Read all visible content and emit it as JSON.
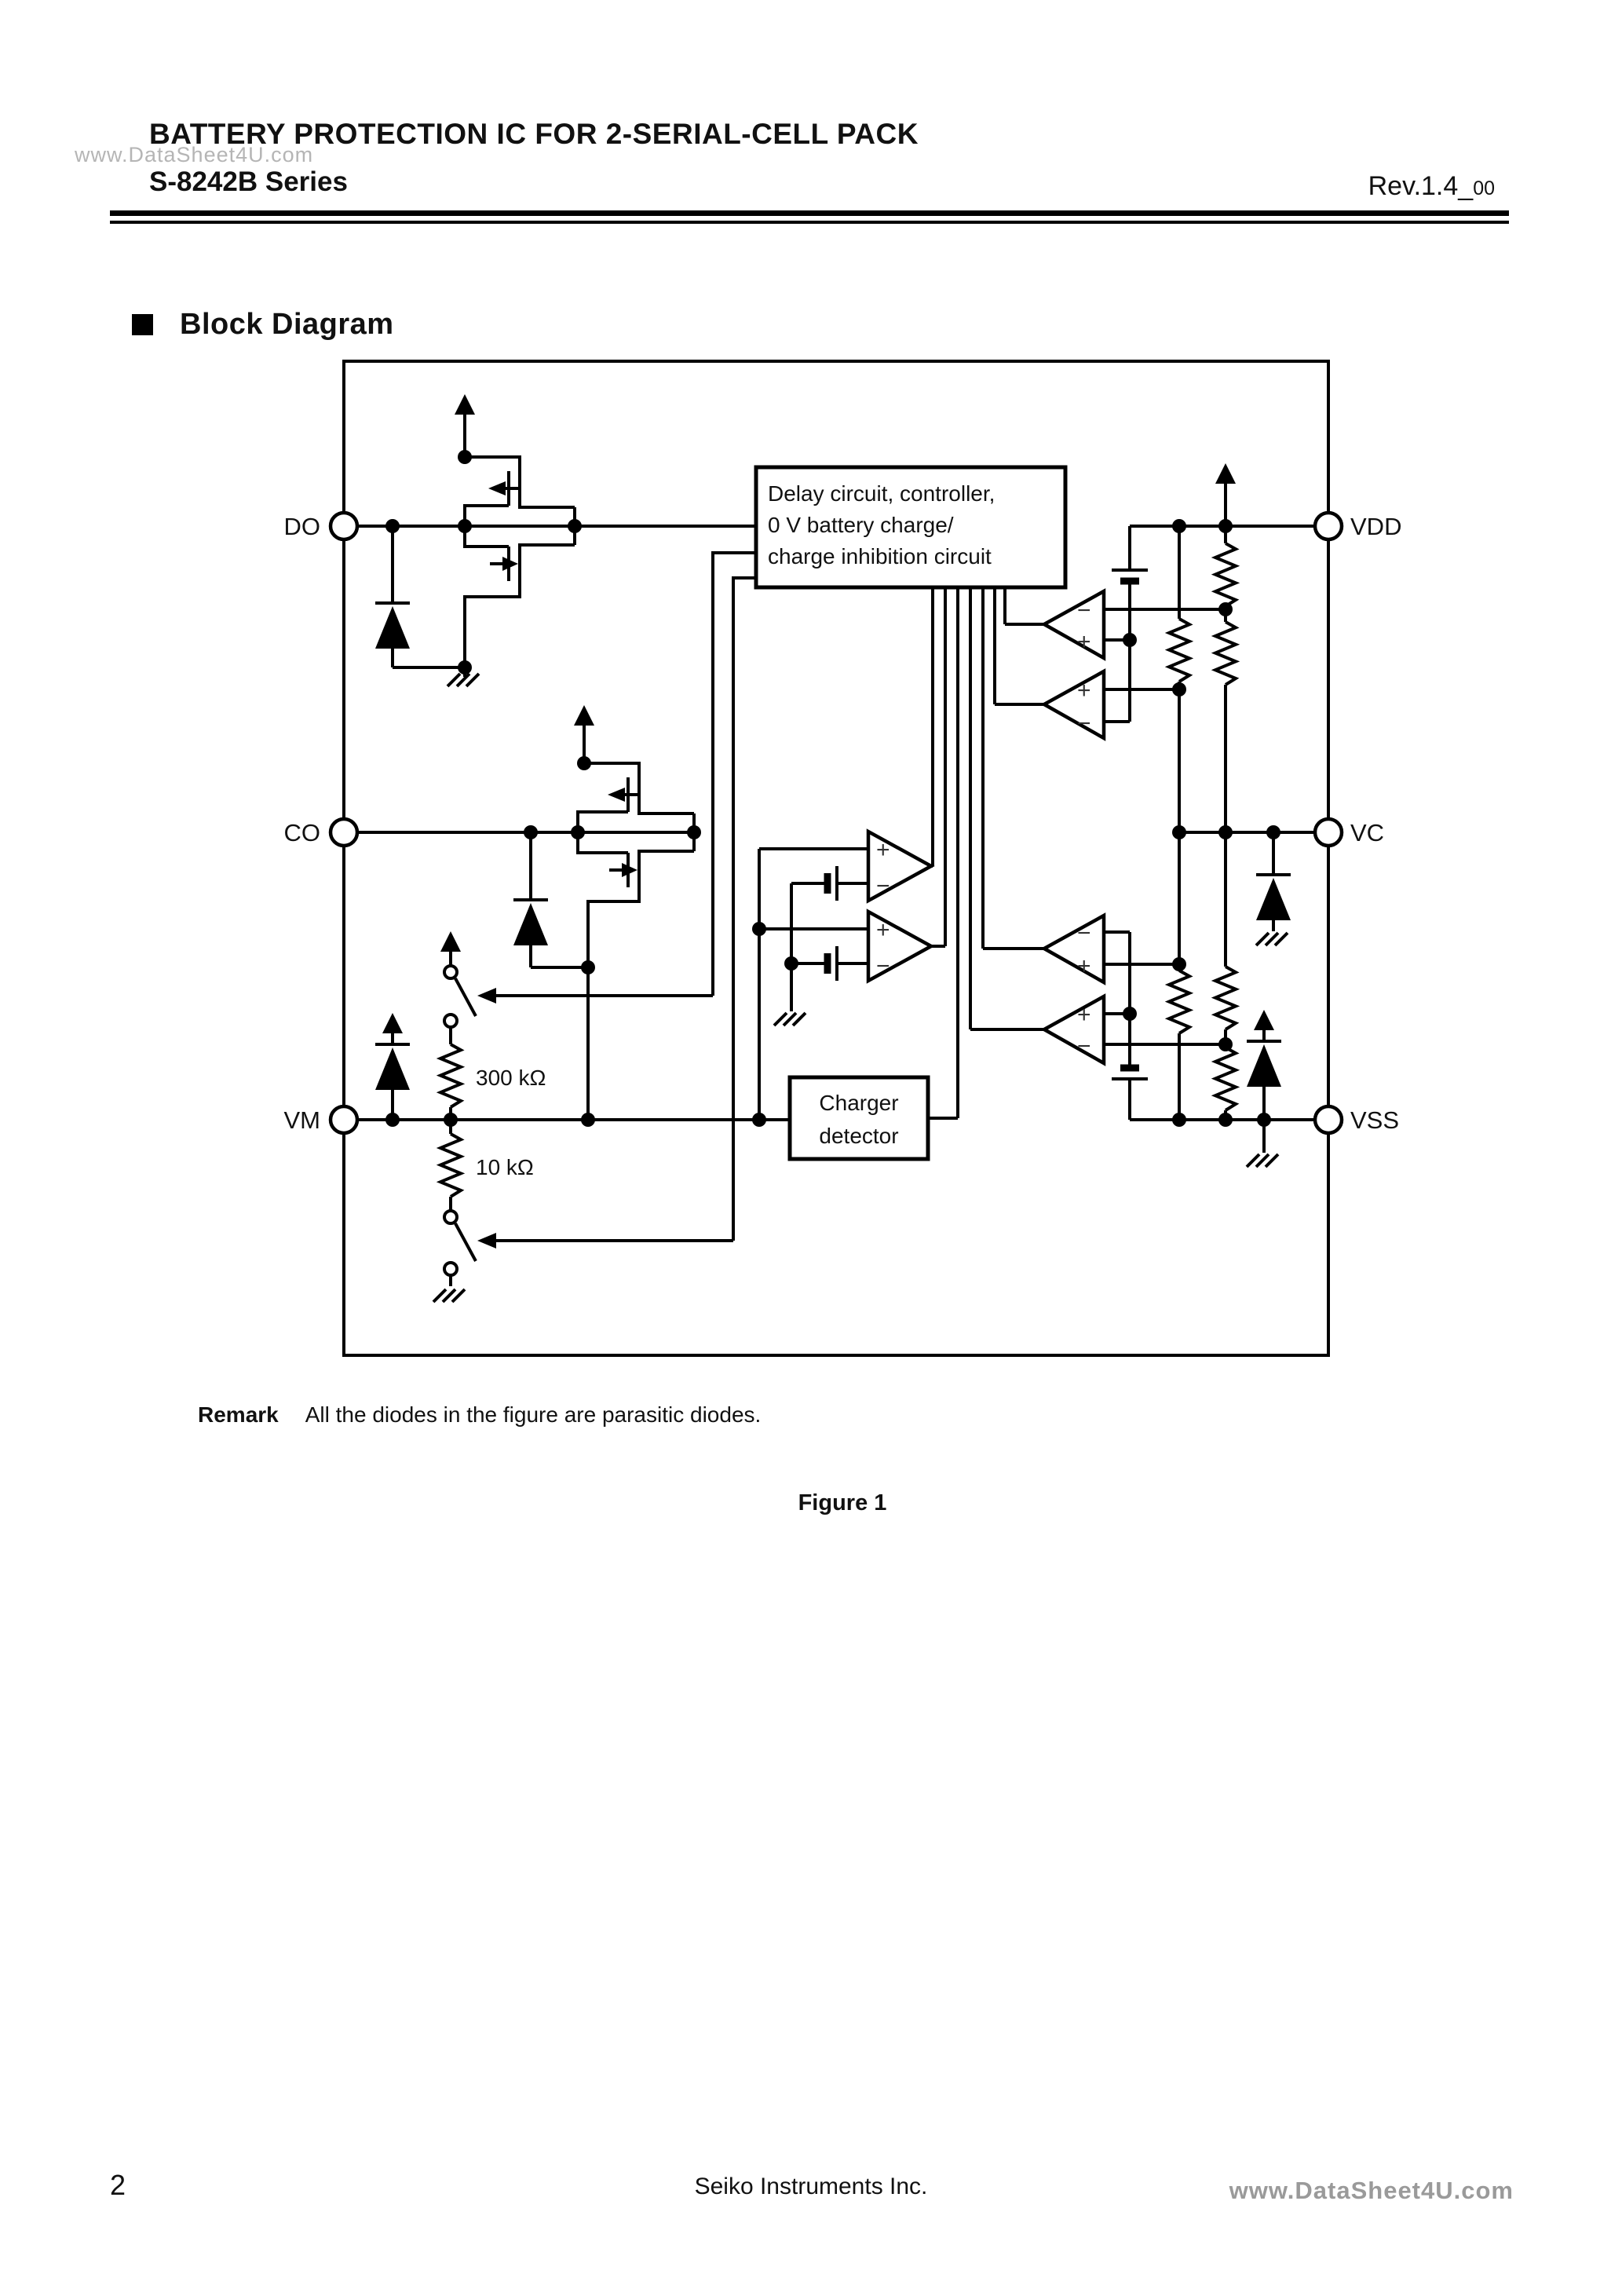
{
  "header": {
    "watermark": "www.DataSheet4U.com",
    "title": "BATTERY PROTECTION IC FOR 2-SERIAL-CELL PACK",
    "series": "S-8242B Series",
    "rev_prefix": "Rev.1.4_",
    "rev_suffix": "00"
  },
  "section": {
    "heading": "Block Diagram"
  },
  "diagram": {
    "delay_box_lines": [
      "Delay circuit, controller,",
      "0 V battery charge/",
      "charge inhibition circuit"
    ],
    "charger_box_lines": [
      "Charger",
      "detector"
    ],
    "pins_left": [
      {
        "label": "DO"
      },
      {
        "label": "CO"
      },
      {
        "label": "VM"
      }
    ],
    "pins_right": [
      {
        "label": "VDD"
      },
      {
        "label": "VC"
      },
      {
        "label": "VSS"
      }
    ],
    "resistors": [
      {
        "label": "300 kΩ"
      },
      {
        "label": "10 kΩ"
      }
    ],
    "comparators": [
      {
        "top": "+",
        "bottom": "−"
      },
      {
        "top": "+",
        "bottom": "−"
      },
      {
        "top": "−",
        "bottom": "+"
      },
      {
        "top": "+",
        "bottom": "−"
      },
      {
        "top": "−",
        "bottom": "+"
      },
      {
        "top": "+",
        "bottom": "−"
      }
    ]
  },
  "remark": {
    "label": "Remark",
    "text": "All the diodes in the figure are parasitic diodes."
  },
  "figure_caption": "Figure 1",
  "footer": {
    "page": "2",
    "company": "Seiko Instruments Inc.",
    "watermark": "www.DataSheet4U.com"
  }
}
